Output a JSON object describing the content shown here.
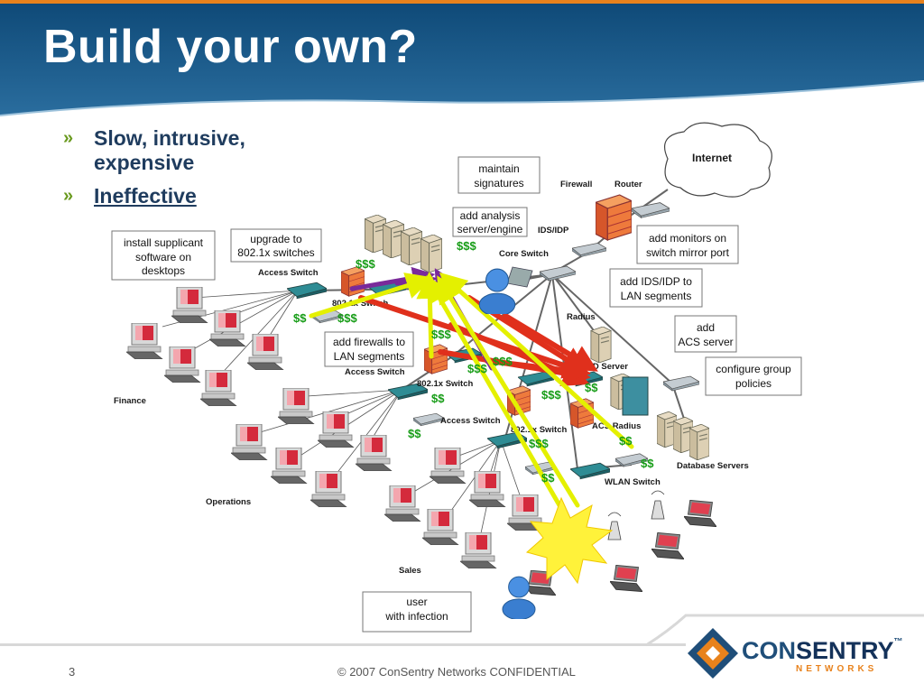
{
  "slide": {
    "title": "Build your own?",
    "bullets": [
      {
        "text": "Slow, intrusive, expensive",
        "underline": false
      },
      {
        "text": "Ineffective",
        "underline": true
      }
    ],
    "bullet_marker": "»"
  },
  "diagram": {
    "cloud": "Internet",
    "device_labels": {
      "firewall": "Firewall",
      "router": "Router",
      "ids_idp": "IDS/IDP",
      "core_switch": "Core Switch",
      "access_switch_1": "Access Switch",
      "dot1x_switch_1": "802.1x Switch",
      "access_switch_2": "Access Switch",
      "dot1x_switch_2": "802.1x Switch",
      "access_switch_3": "Access Switch",
      "dot1x_switch_3": "802.1x Switch",
      "radius": "Radius",
      "ad_server": "AD Server",
      "acs_radius": "ACS Radius",
      "database_servers": "Database Servers",
      "wlan_switch": "WLAN Switch",
      "finance": "Finance",
      "operations": "Operations",
      "sales": "Sales"
    },
    "callouts": {
      "maintain_signatures": "maintain\nsignatures",
      "add_analysis": "add analysis\nserver/engine",
      "add_monitors": "add monitors on\nswitch mirror port",
      "add_ids": "add IDS/IDP to\nLAN segments",
      "add_acs": "add\nACS server",
      "configure_group": "configure group\npolicies",
      "install_supplicant": "install supplicant\nsoftware on\ndesktops",
      "upgrade_8021x": "upgrade to\n802.1x switches",
      "add_firewalls": "add firewalls to\nLAN segments",
      "user_infection": "user\nwith infection"
    },
    "cost_tags": {
      "analysis": "$$$",
      "access1_fw": "$$$",
      "access1_a": "$$",
      "access1_b": "$$$",
      "mid_fw": "$$$",
      "mid_ids": "$$$",
      "mid_right": "$$$",
      "mid_right2": "$$$",
      "acs": "$$",
      "access2": "$$",
      "access2_b": "$$",
      "access3": "$$$",
      "access3_b": "$$",
      "wlan_a": "$$",
      "wlan_b": "$$"
    }
  },
  "footer": {
    "page_number": "3",
    "copyright": "© 2007 ConSentry Networks  CONFIDENTIAL",
    "logo_word_1": "CON",
    "logo_word_2": "SENTRY",
    "logo_tm": "™",
    "logo_sub": "NETWORKS"
  },
  "colors": {
    "header_blue": "#1a5683",
    "title_text": "#ffffff",
    "bullet_text": "#1f3c5e",
    "bullet_marker": "#6a9a1f",
    "cost_green": "#169c16",
    "arrow_yellow": "#e4f000",
    "arrow_red": "#e0301c",
    "arrow_purple": "#7a2a9a",
    "logo_orange": "#e8821c",
    "logo_blue": "#1f4e79"
  }
}
